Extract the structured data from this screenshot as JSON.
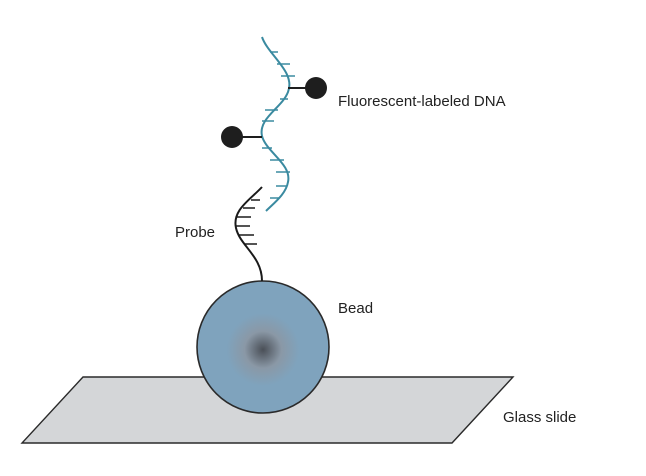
{
  "labels": {
    "fluorescent_dna": "Fluorescent-labeled DNA",
    "probe": "Probe",
    "bead": "Bead",
    "glass_slide": "Glass slide"
  },
  "colors": {
    "dna_strand": "#3a8aa0",
    "probe_strand": "#1a1a1a",
    "fluorophore": "#1e1e1e",
    "bead_fill": "#7fa3bd",
    "bead_center": "#4a4f57",
    "slide_fill": "#d4d6d8",
    "slide_stroke": "#2a2a2a"
  }
}
